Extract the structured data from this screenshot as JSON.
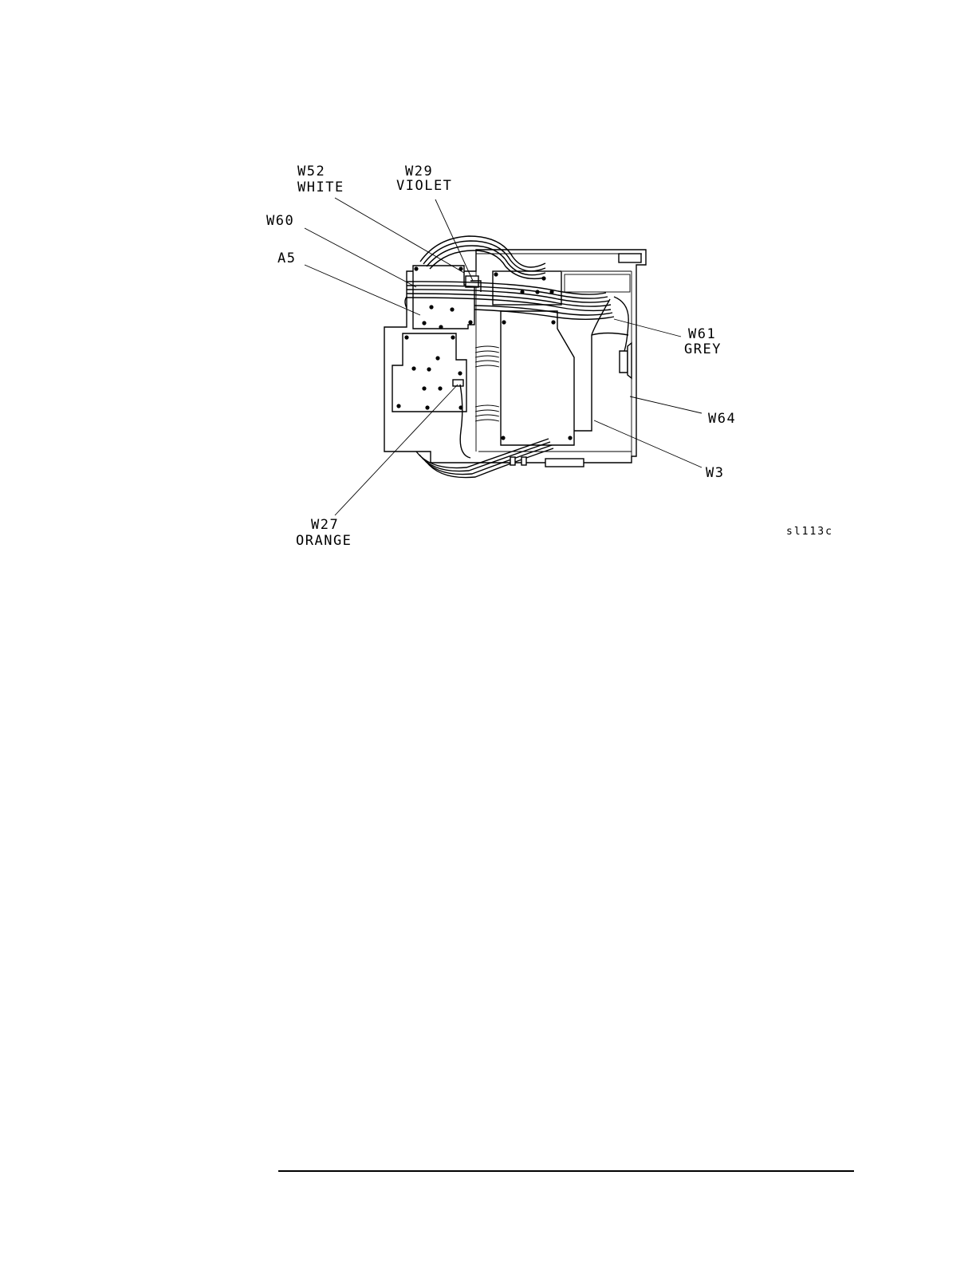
{
  "figure": {
    "callouts": [
      {
        "id": "w52",
        "line1": "W52",
        "line2": "WHITE"
      },
      {
        "id": "w29",
        "line1": "W29",
        "line2": "VIOLET"
      },
      {
        "id": "w60",
        "line1": "W60"
      },
      {
        "id": "a5",
        "line1": "A5"
      },
      {
        "id": "w61",
        "line1": "W61",
        "line2": "GREY"
      },
      {
        "id": "w64",
        "line1": "W64"
      },
      {
        "id": "w3",
        "line1": "W3"
      },
      {
        "id": "w27",
        "line1": "W27",
        "line2": "ORANGE"
      }
    ],
    "figure_id": "sl113c"
  }
}
